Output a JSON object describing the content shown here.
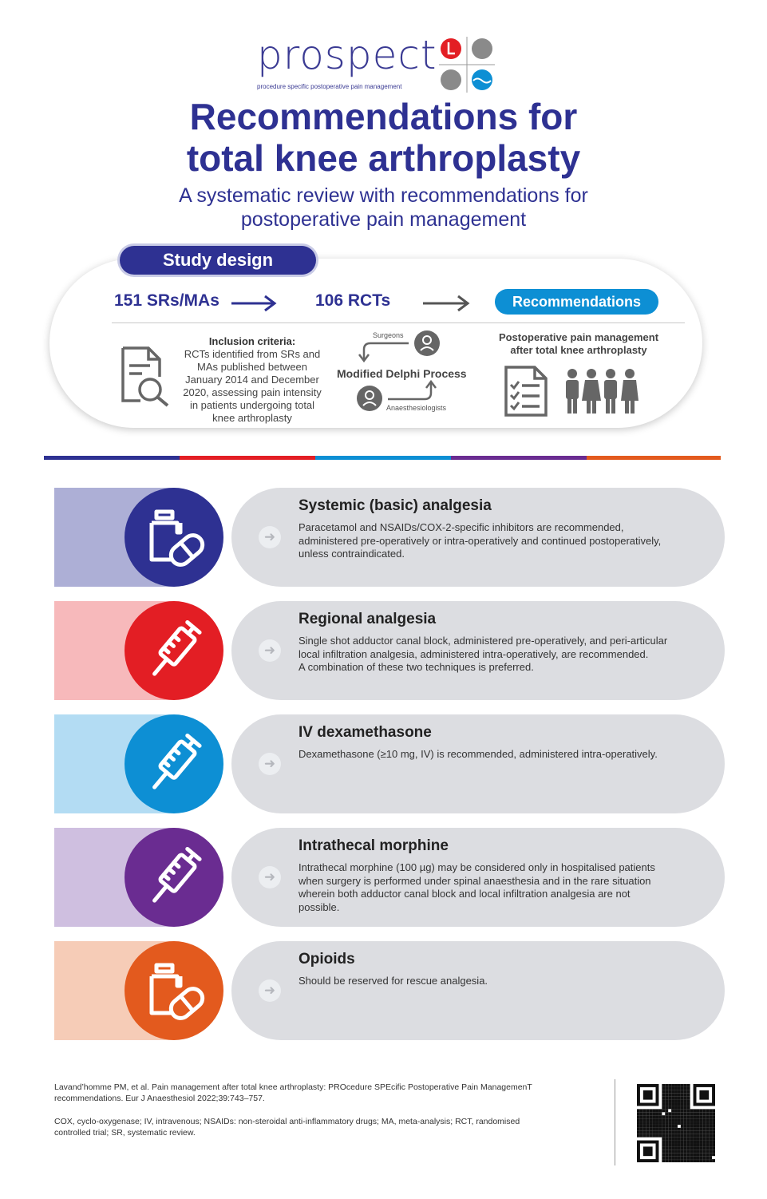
{
  "header": {
    "logo_word": "prospect",
    "logo_tagline": "procedure specific postoperative pain management",
    "title_line1": "Recommendations for",
    "title_line2": "total knee arthroplasty",
    "subtitle_line1": "A systematic review with recommendations for",
    "subtitle_line2": "postoperative pain management"
  },
  "study_design": {
    "label": "Study design",
    "stat1": "151 SRs/MAs",
    "stat2": "106 RCTs",
    "recommendations_label": "Recommendations",
    "inclusion_heading": "Inclusion criteria:",
    "inclusion_lines": [
      "RCTs identified from SRs and",
      "MAs published between",
      "January 2014 and December",
      "2020, assessing pain intensity",
      "in patients undergoing total",
      "knee arthroplasty"
    ],
    "surgeons_label": "Surgeons",
    "delphi_label": "Modified Delphi Process",
    "anaesthesiologists_label": "Anaesthesiologists",
    "post_line1": "Postoperative pain management",
    "post_line2": "after total knee arthroplasty"
  },
  "colors": {
    "navy": "#2e3192",
    "red": "#e31e24",
    "blue": "#0d8fd4",
    "purple": "#6a2c91",
    "orange": "#e35a1e"
  },
  "recommendations": [
    {
      "title": "Systemic (basic) analgesia",
      "body": [
        "Paracetamol and NSAIDs/COX-2-specific inhibitors are recommended,",
        "administered pre-operatively or intra-operatively and continued postoperatively,",
        "unless contraindicated."
      ],
      "icon": "pill-bottle-icon",
      "color": "#2e3192",
      "side_color": "#adafd6"
    },
    {
      "title": "Regional analgesia",
      "body": [
        "Single shot adductor canal block, administered pre-operatively, and peri-articular",
        "local infiltration analgesia, administered intra-operatively, are recommended.",
        "A combination of these two techniques is preferred."
      ],
      "icon": "syringe-icon",
      "color": "#e31e24",
      "side_color": "#f7b9bb"
    },
    {
      "title": "IV dexamethasone",
      "body": [
        "Dexamethasone (≥10 mg, IV) is recommended, administered intra-operatively."
      ],
      "icon": "syringe-icon",
      "color": "#0d8fd4",
      "side_color": "#b3dcf3"
    },
    {
      "title": "Intrathecal morphine",
      "body": [
        "Intrathecal morphine (100 µg) may be considered only in hospitalised patients",
        "when surgery is performed under spinal anaesthesia and in the rare situation",
        "wherein both adductor canal block and local infiltration analgesia are not",
        "possible."
      ],
      "icon": "syringe-icon",
      "color": "#6a2c91",
      "side_color": "#cfbfe0"
    },
    {
      "title": "Opioids",
      "body": [
        "Should be reserved for rescue analgesia."
      ],
      "icon": "pill-bottle-icon",
      "color": "#e35a1e",
      "side_color": "#f6ccb7"
    }
  ],
  "footer": {
    "reference_line1": "Lavand’homme PM, et al. Pain management after total knee arthroplasty: PROcedure SPEcific Postoperative Pain ManagemenT",
    "reference_line2": "recommendations. Eur J Anaesthesiol 2022;39:743–757.",
    "abbreviations_line1": "COX, cyclo-oxygenase; IV, intravenous; NSAIDs: non-steroidal anti-inflammatory drugs; MA, meta-analysis; RCT, randomised",
    "abbreviations_line2": "controlled trial; SR, systematic review."
  }
}
